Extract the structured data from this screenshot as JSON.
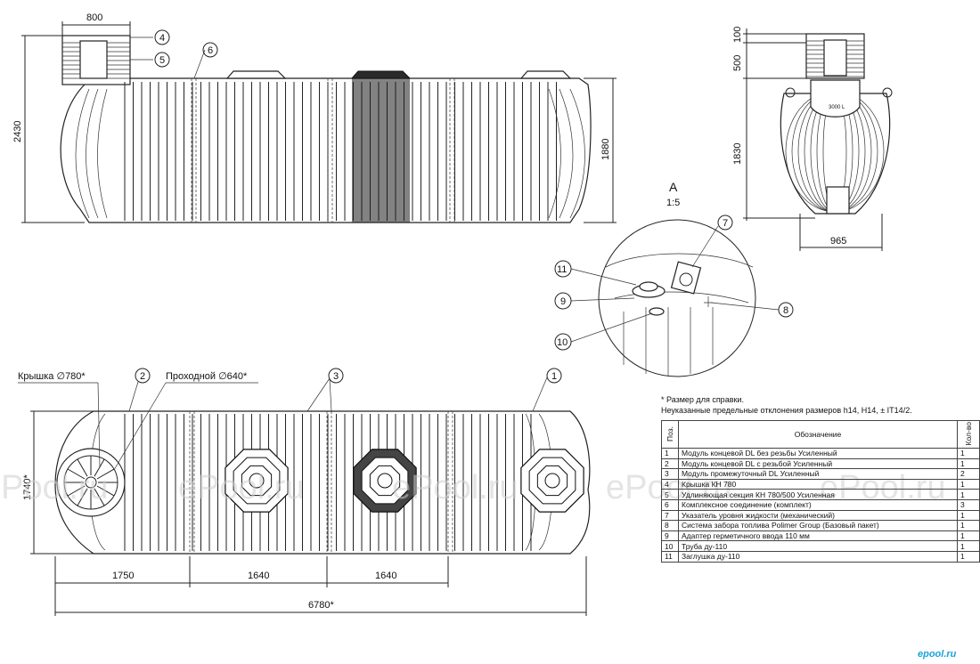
{
  "dimensions": {
    "top_width": "800",
    "height_total": "2430",
    "height_body": "1880",
    "side_top1": "100",
    "side_top2": "500",
    "side_body": "1830",
    "side_width": "965",
    "plan_width": "1740*",
    "plan_seg1": "1750",
    "plan_seg2": "1640",
    "plan_seg3": "1640",
    "plan_total": "6780*"
  },
  "callouts": {
    "c1": "1",
    "c2": "2",
    "c3": "3",
    "c4": "4",
    "c5": "5",
    "c6": "6",
    "c7": "7",
    "c8": "8",
    "c9": "9",
    "c10": "10",
    "c11": "11"
  },
  "labels": {
    "lid": "Крышка ∅780*",
    "passage": "Проходной ∅640*",
    "detail_title": "А",
    "detail_scale": "1:5",
    "tank_badge": "3000 L"
  },
  "notes": {
    "line1": "* Размер для справки.",
    "line2": "Неуказанные предельные отклонения размеров h14, H14, ± IT14/2."
  },
  "spec_table": {
    "header_pos": "Поз.",
    "header_name": "Обозначение",
    "header_qty": "Кол-во",
    "rows": [
      {
        "pos": "1",
        "name": "Модуль концевой DL без резьбы Усиленный",
        "qty": "1"
      },
      {
        "pos": "2",
        "name": "Модуль концевой DL с резьбой Усиленный",
        "qty": "1"
      },
      {
        "pos": "3",
        "name": "Модуль промежуточный DL Усиленный",
        "qty": "2"
      },
      {
        "pos": "4",
        "name": "Крышка КН 780",
        "qty": "1"
      },
      {
        "pos": "5",
        "name": "Удлиняющая секция КН 780/500 Усиленная",
        "qty": "1"
      },
      {
        "pos": "6",
        "name": "Комплексное соединение (комплект)",
        "qty": "3"
      },
      {
        "pos": "7",
        "name": "Указатель уровня жидкости (механический)",
        "qty": "1"
      },
      {
        "pos": "8",
        "name": "Система забора топлива Polimer Group (Базовый пакет)",
        "qty": "1"
      },
      {
        "pos": "9",
        "name": "Адаптер герметичного ввода 110 мм",
        "qty": "1"
      },
      {
        "pos": "10",
        "name": "Труба ду-110",
        "qty": "1"
      },
      {
        "pos": "11",
        "name": "Заглушка ду-110",
        "qty": "1"
      }
    ]
  },
  "watermark": "ePool.ru",
  "logo": "epool.ru"
}
